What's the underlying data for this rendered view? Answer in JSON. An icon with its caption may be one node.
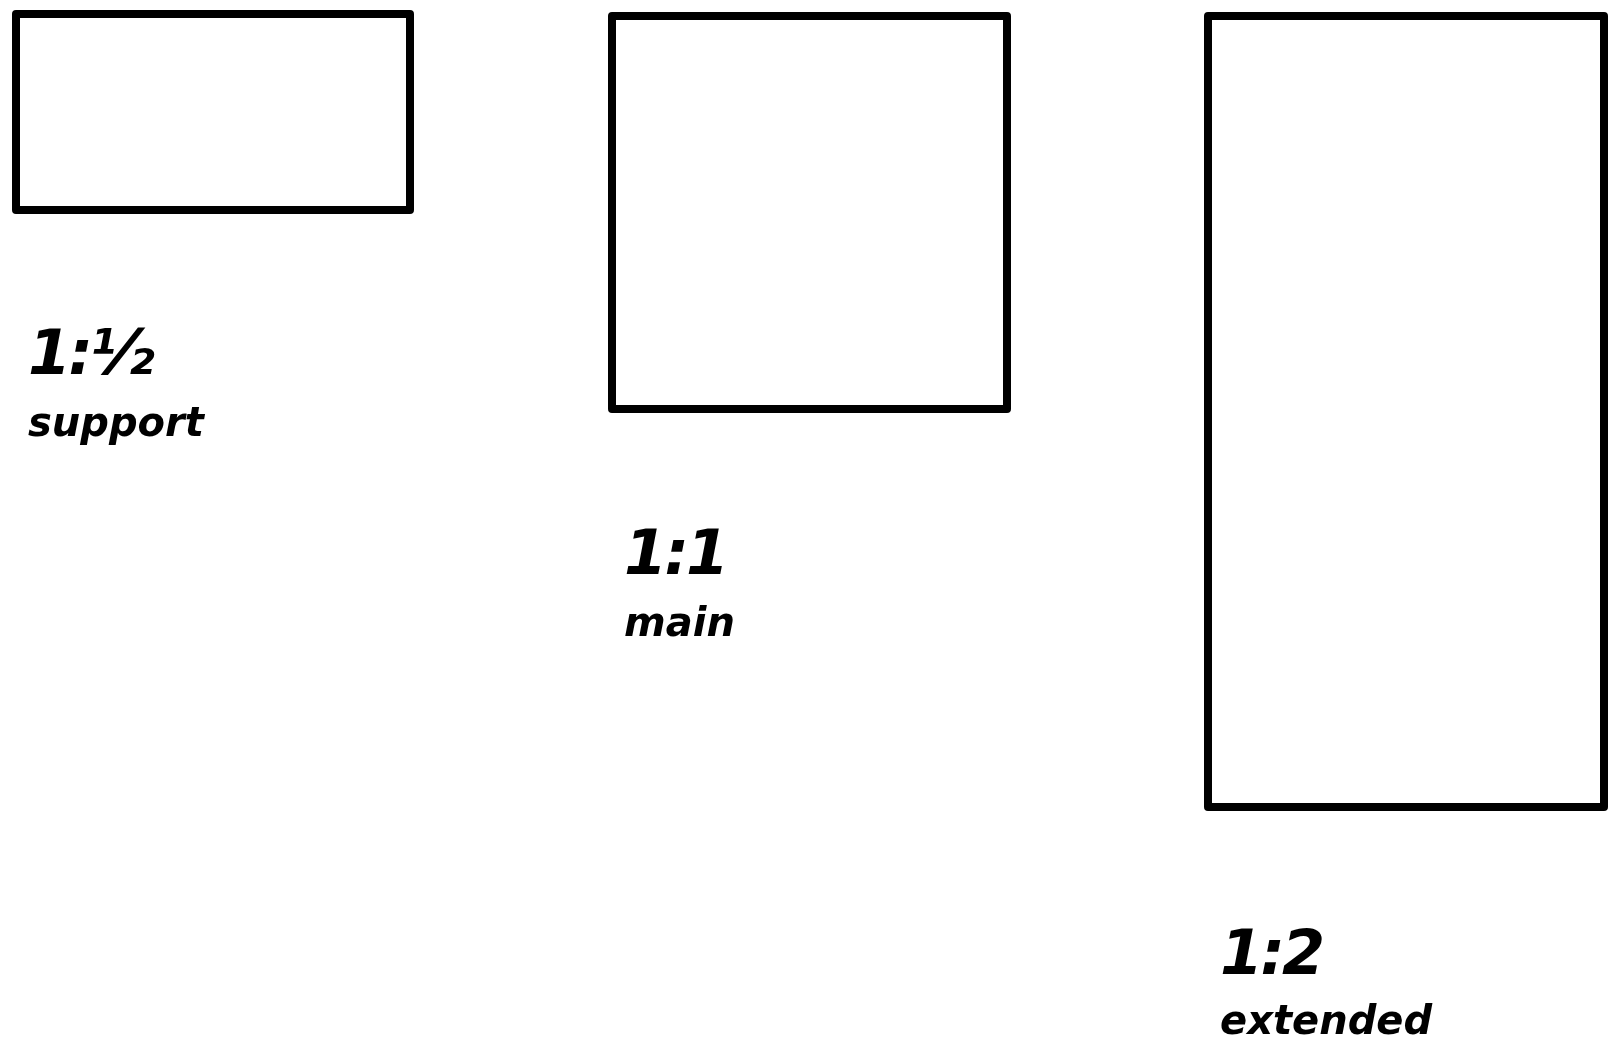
{
  "diagram": {
    "nodes": [
      {
        "text": [
          "1:½",
          "support"
        ]
      },
      {
        "text": [
          "1:1",
          "main"
        ]
      },
      {
        "text": [
          "1:2",
          "extended"
        ]
      }
    ]
  }
}
